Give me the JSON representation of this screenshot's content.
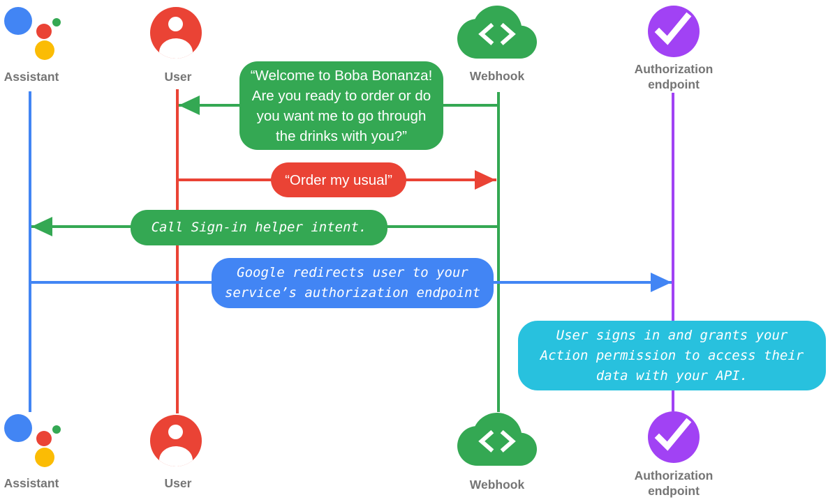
{
  "diagram_type": "sequence-diagram",
  "colors": {
    "assistant_blue": "#4285f4",
    "user_red": "#ea4335",
    "webhook_green": "#34a853",
    "auth_purple": "#a142f4",
    "note_cyan": "#28c1de",
    "assistant_logo_yellow": "#fbbc04",
    "label_gray": "#757575",
    "bubble_text": "#ffffff"
  },
  "actors": [
    {
      "id": "assistant",
      "label": "Assistant",
      "color": "#4285f4",
      "icon": "google-assistant-logo"
    },
    {
      "id": "user",
      "label": "User",
      "color": "#ea4335",
      "icon": "person-circle"
    },
    {
      "id": "webhook",
      "label": "Webhook",
      "color": "#34a853",
      "icon": "cloud-code"
    },
    {
      "id": "authorization_endpoint",
      "label": "Authorization endpoint",
      "color": "#a142f4",
      "icon": "check-circle"
    }
  ],
  "messages": [
    {
      "from": "Webhook",
      "to": "User",
      "kind": "speech",
      "bubble_color": "#34a853",
      "text": "“Welcome to Boba Bonanza!\nAre you ready to order or do\nyou want me to go through\nthe drinks with you?”"
    },
    {
      "from": "User",
      "to": "Webhook",
      "kind": "speech",
      "bubble_color": "#ea4335",
      "text": "“Order my usual”"
    },
    {
      "from": "Webhook",
      "to": "Assistant",
      "kind": "action",
      "bubble_color": "#34a853",
      "text": "Call Sign-in helper intent."
    },
    {
      "from": "Assistant",
      "to": "Authorization endpoint",
      "kind": "action",
      "bubble_color": "#4285f4",
      "text": "Google redirects user to your\nservice’s authorization endpoint"
    },
    {
      "on": "Authorization endpoint",
      "kind": "note",
      "bubble_color": "#28c1de",
      "text": "User signs in and grants your\nAction permission to access their\ndata with your API."
    }
  ]
}
